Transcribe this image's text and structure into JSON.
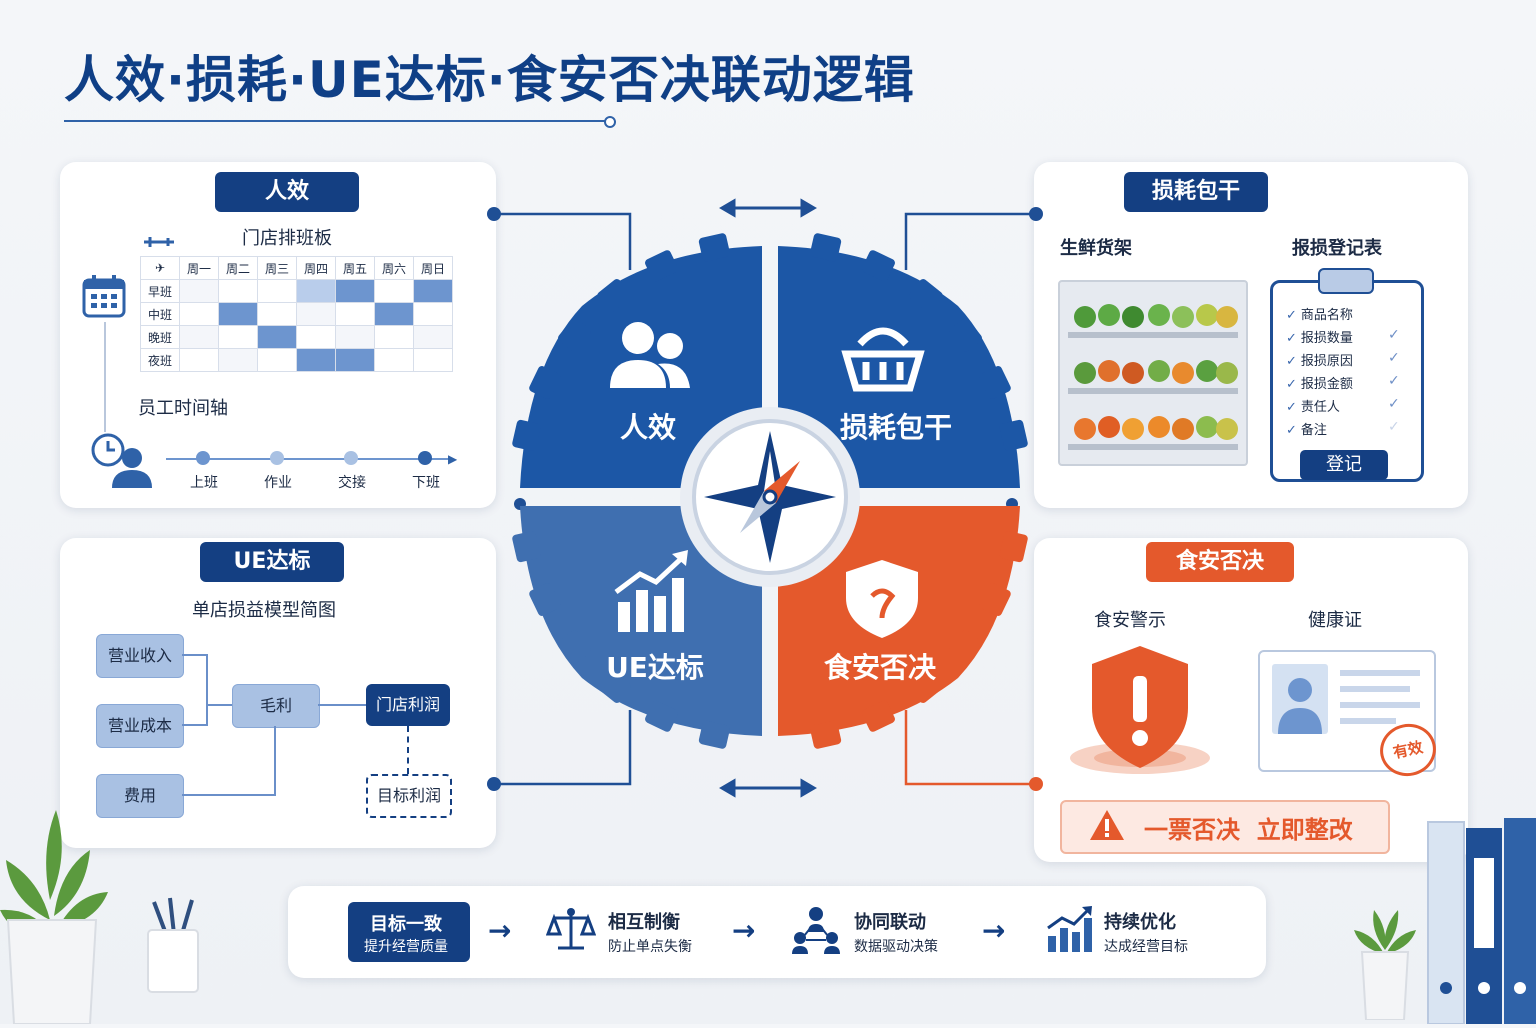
{
  "title": "人效·损耗·UE达标·食安否决联动逻辑",
  "renxiao": {
    "header": "人效",
    "schedule_title": "门店排班板",
    "days": [
      "周一",
      "周二",
      "周三",
      "周四",
      "周五",
      "周六",
      "周日"
    ],
    "shifts": [
      "早班",
      "中班",
      "晚班",
      "夜班"
    ],
    "timeline_title": "员工时间轴",
    "timeline": [
      "上班",
      "作业",
      "交接",
      "下班"
    ]
  },
  "sunhao": {
    "header": "损耗包干",
    "shelf_title": "生鲜货架",
    "register_title": "报损登记表",
    "items": [
      "商品名称",
      "报损数量",
      "报损原因",
      "报损金额",
      "责任人",
      "备注"
    ],
    "button": "登记"
  },
  "ue": {
    "header": "UE达标",
    "model_title": "单店损益模型简图",
    "revenue": "营业收入",
    "cost": "营业成本",
    "expense": "费用",
    "gross": "毛利",
    "profit": "门店利润",
    "target": "目标利润"
  },
  "food": {
    "header": "食安否决",
    "warning_title": "食安警示",
    "health_title": "健康证",
    "stamp": "有效",
    "veto": "一票否决  立即整改"
  },
  "center": {
    "q1": "人效",
    "q2": "损耗包干",
    "q3": "UE达标",
    "q4": "食安否决"
  },
  "bottom": [
    {
      "title": "目标一致",
      "sub": "提升经营质量"
    },
    {
      "title": "相互制衡",
      "sub": "防止单点失衡"
    },
    {
      "title": "协同联动",
      "sub": "数据驱动决策"
    },
    {
      "title": "持续优化",
      "sub": "达成经营目标"
    }
  ],
  "colors": {
    "navy": "#143f82",
    "blue": "#2f62a8",
    "orange": "#e4592c",
    "steel": "#4d78b4"
  }
}
